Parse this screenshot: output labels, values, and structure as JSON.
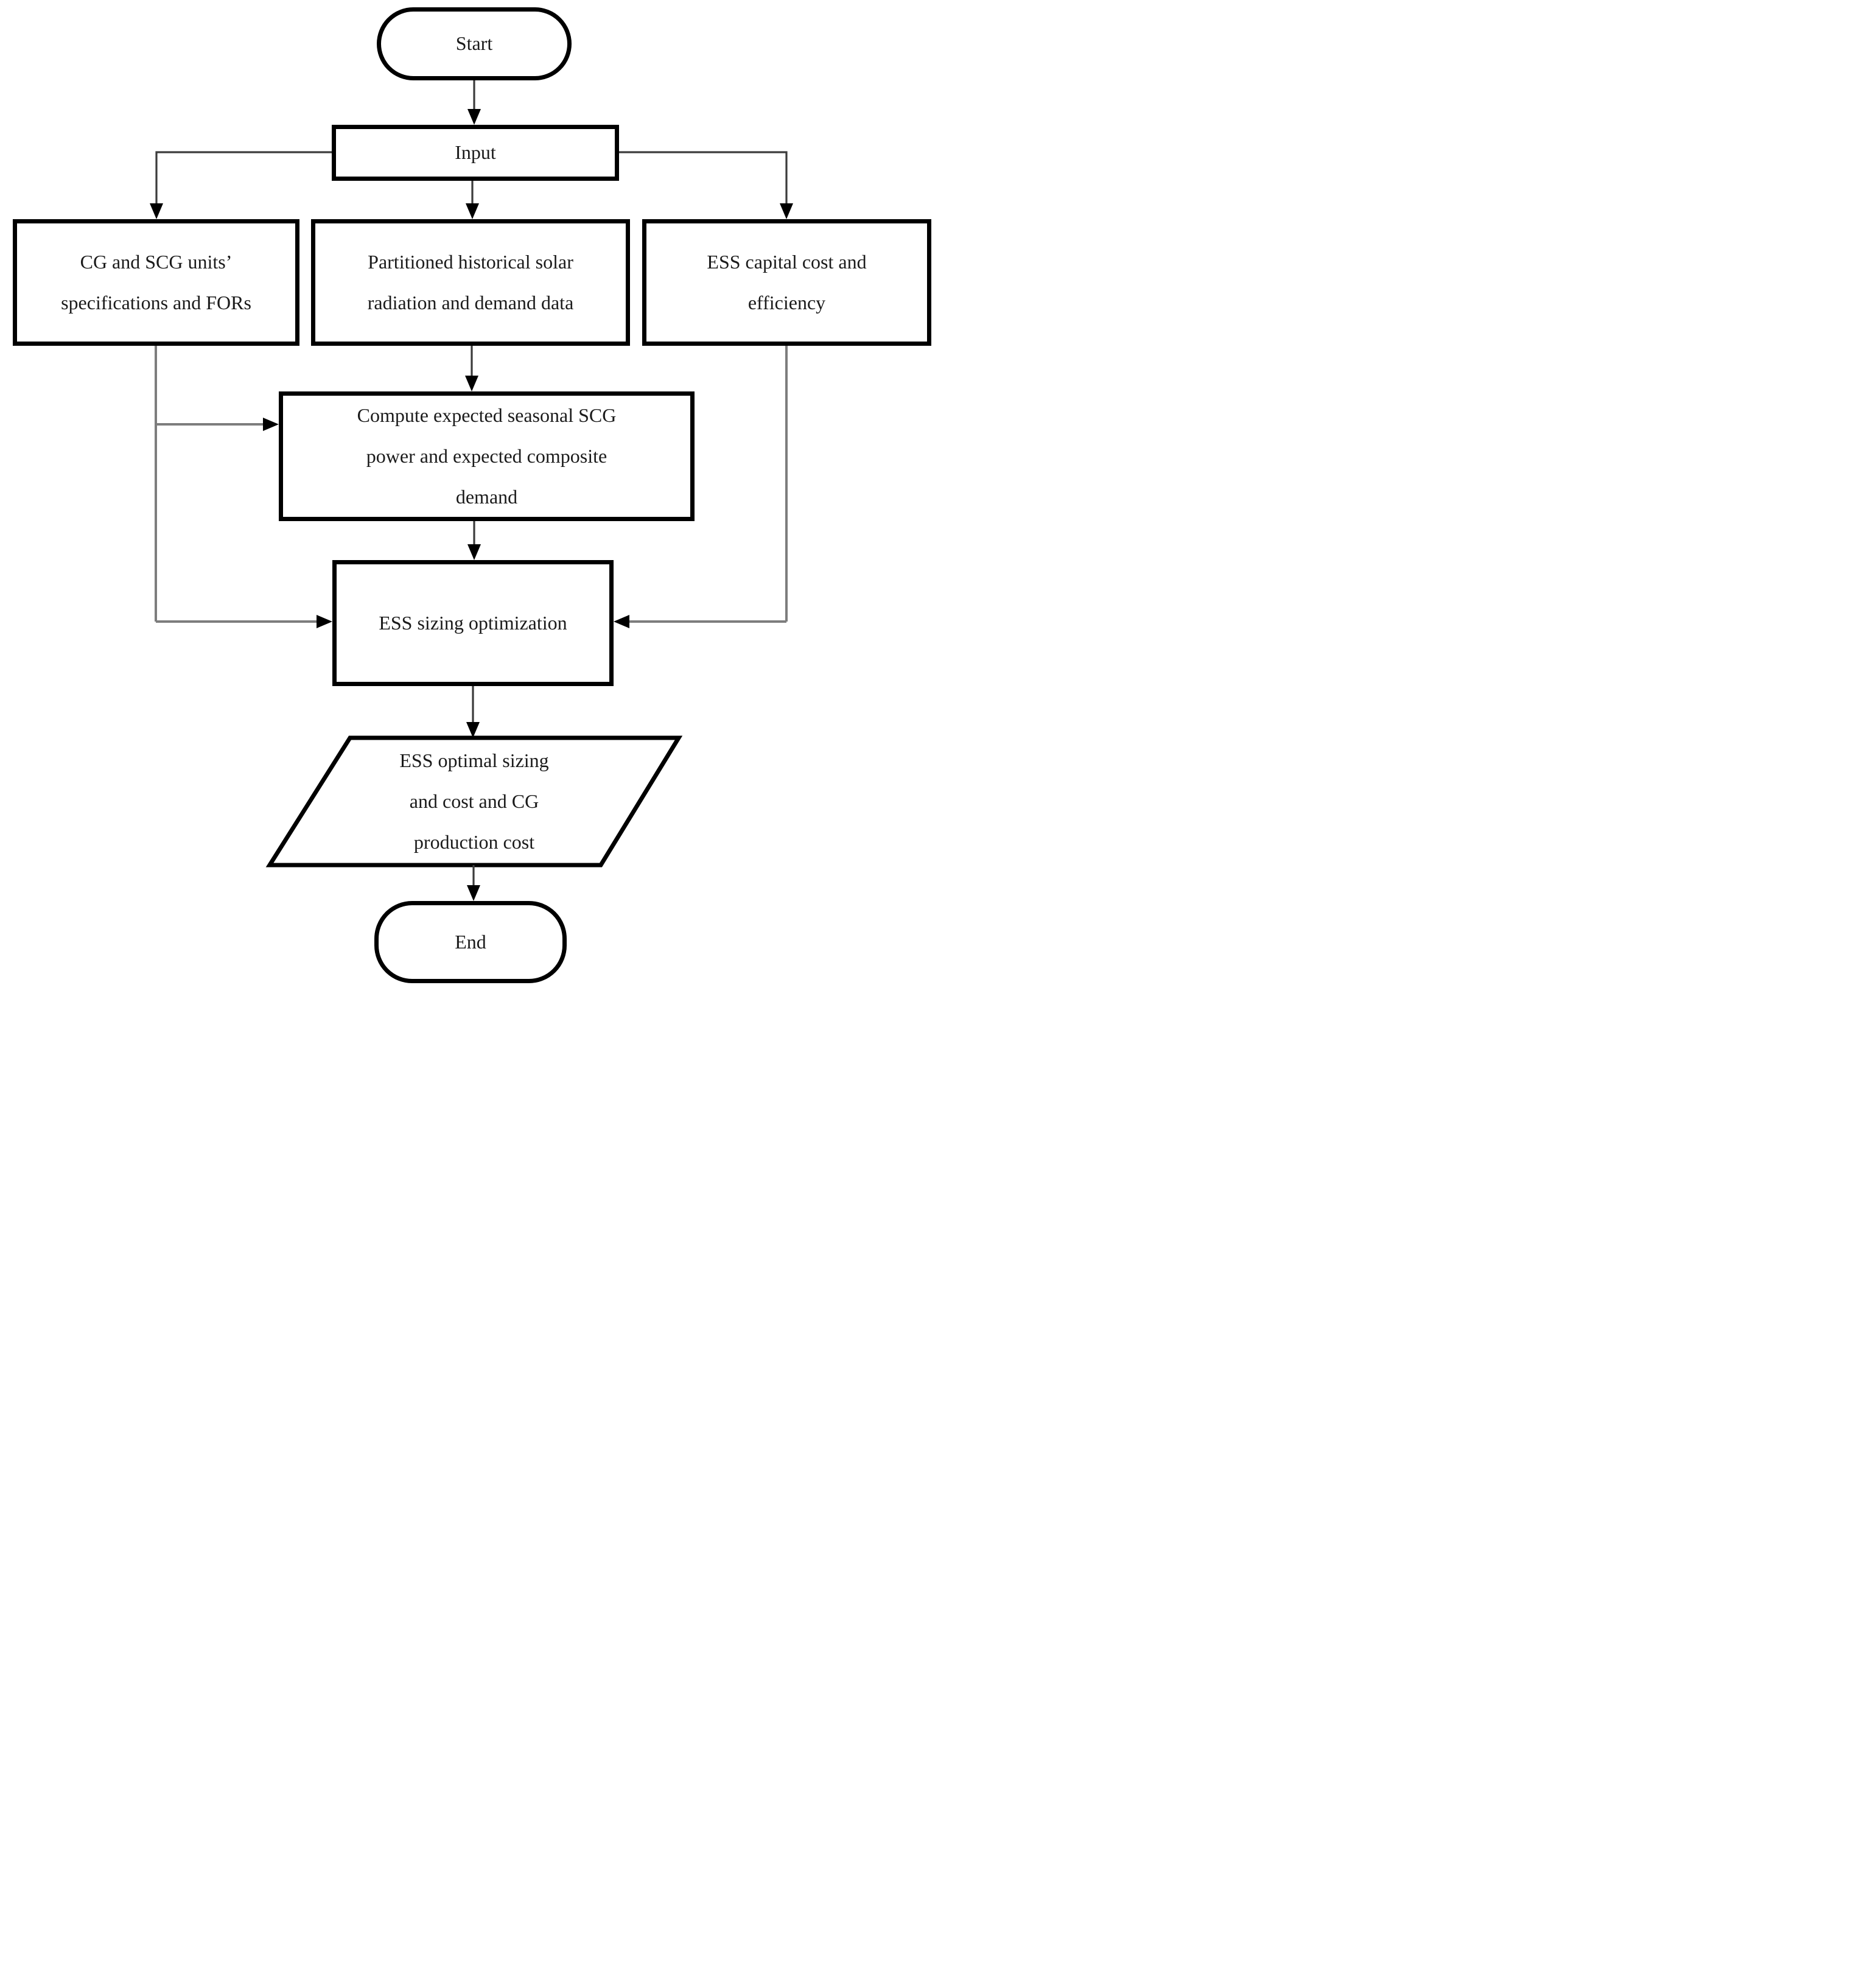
{
  "colors": {
    "background": "#ffffff",
    "shape_border": "#000000",
    "text": "#1b1b1b",
    "connector": "#3c3c3c",
    "feeder_connector": "#7d7d7d",
    "arrowhead": "#000000"
  },
  "nodes": {
    "start": {
      "shape": "terminator",
      "label": "Start"
    },
    "input": {
      "shape": "process",
      "label": "Input"
    },
    "cg_scg_specs": {
      "shape": "process",
      "lines": [
        "CG and SCG units’",
        "specifications and FORs"
      ]
    },
    "solar_demand_data": {
      "shape": "process",
      "lines": [
        "Partitioned historical solar",
        "radiation and demand data"
      ]
    },
    "ess_capital": {
      "shape": "process",
      "lines": [
        "ESS  capital cost and",
        "efficiency"
      ]
    },
    "compute_expected": {
      "shape": "process",
      "lines": [
        "Compute expected seasonal SCG",
        "power and expected composite",
        "demand"
      ]
    },
    "ess_sizing": {
      "shape": "process",
      "label": "ESS  sizing optimization"
    },
    "ess_output": {
      "shape": "data-parallelogram",
      "lines": [
        "ESS  optimal sizing",
        "and cost and CG",
        "production cost"
      ]
    },
    "end": {
      "shape": "terminator",
      "label": "End"
    }
  },
  "edges": [
    {
      "from": "start",
      "to": "input"
    },
    {
      "from": "input",
      "to": "cg_scg_specs"
    },
    {
      "from": "input",
      "to": "solar_demand_data"
    },
    {
      "from": "input",
      "to": "ess_capital"
    },
    {
      "from": "solar_demand_data",
      "to": "compute_expected"
    },
    {
      "from": "cg_scg_specs",
      "to": "compute_expected"
    },
    {
      "from": "compute_expected",
      "to": "ess_sizing"
    },
    {
      "from": "cg_scg_specs",
      "to": "ess_sizing"
    },
    {
      "from": "ess_capital",
      "to": "ess_sizing"
    },
    {
      "from": "ess_sizing",
      "to": "ess_output"
    },
    {
      "from": "ess_output",
      "to": "end"
    }
  ]
}
